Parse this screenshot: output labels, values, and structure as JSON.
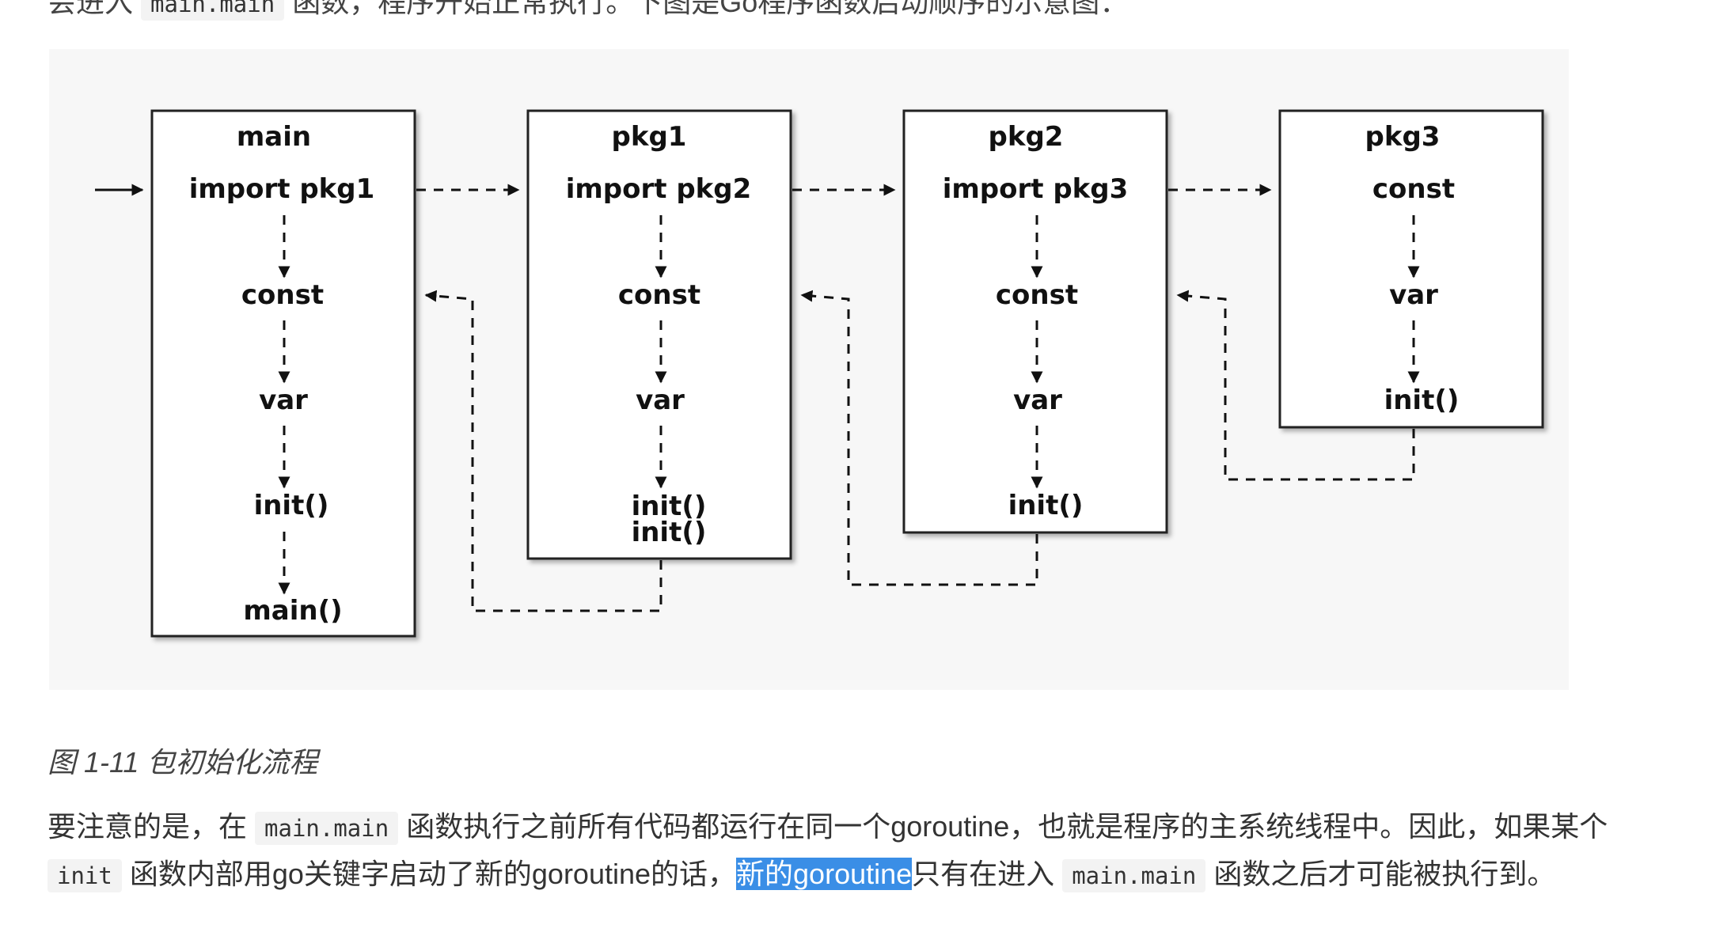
{
  "top_line": {
    "prefix": "会进入",
    "code": "main.main",
    "suffix": "函数，程序开始正常执行。下图是Go程序函数启动顺序的示意图："
  },
  "diagram": {
    "packages": [
      {
        "title": "main",
        "items": [
          "import pkg1",
          "const",
          "var",
          "init()",
          "main()"
        ]
      },
      {
        "title": "pkg1",
        "items": [
          "import pkg2",
          "const",
          "var",
          "init()",
          "init()"
        ]
      },
      {
        "title": "pkg2",
        "items": [
          "import pkg3",
          "const",
          "var",
          "init()"
        ]
      },
      {
        "title": "pkg3",
        "items": [
          "const",
          "var",
          "init()"
        ]
      }
    ]
  },
  "caption": "图 1-11 包初始化流程",
  "paragraph": {
    "p1": "要注意的是，在",
    "c1": "main.main",
    "p2": "函数执行之前所有代码都运行在同一个goroutine，也就是程序的主系统线程中。因此，如果某个",
    "c2": "init",
    "p3": "函数内部用go关键字启动了新的goroutine的话，",
    "highlight": "新的goroutine",
    "p4": "只有在进入",
    "c3": "main.main",
    "p5": "函数之后才可能被执行到。"
  },
  "colors": {
    "selection": "#3a8ee6",
    "panel": "#f7f7f7",
    "code_bg": "#f3f3f3"
  }
}
